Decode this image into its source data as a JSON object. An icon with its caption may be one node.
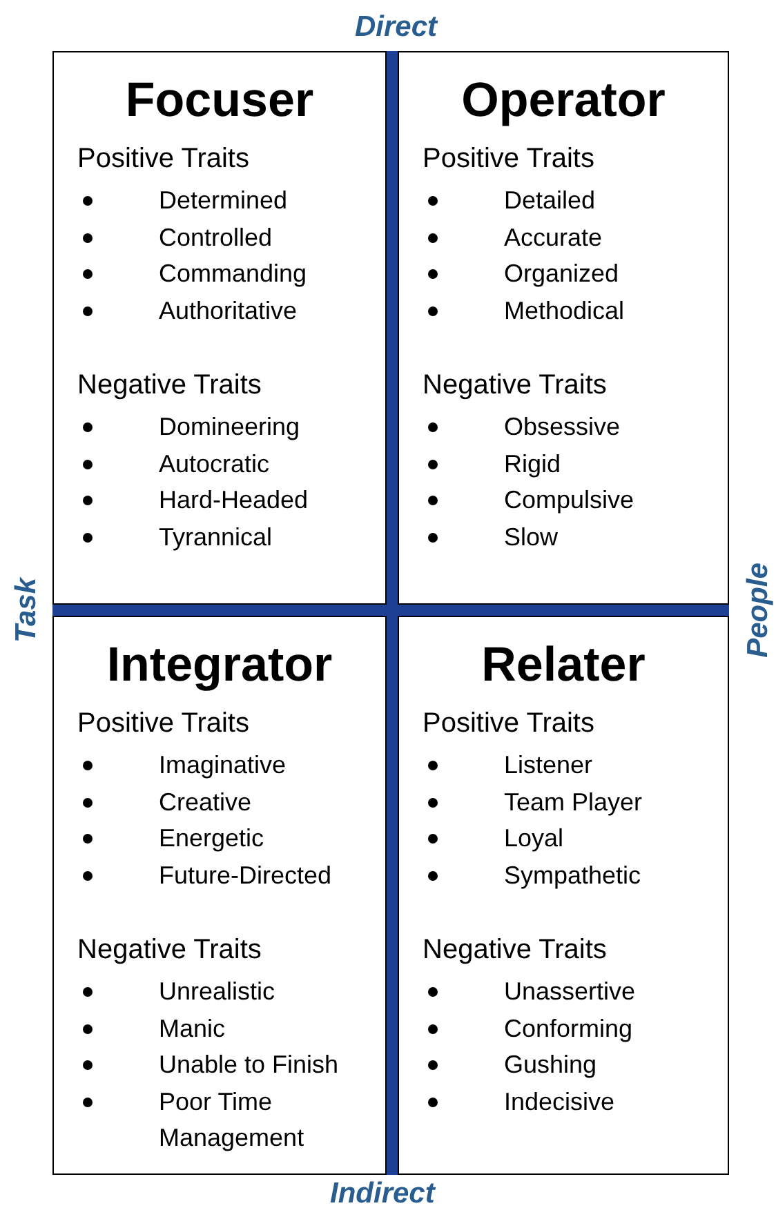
{
  "diagram": {
    "nodes": [
      {
        "text": [
          "Focuser",
          "Positive Traits",
          "Determined",
          "Controlled",
          "Commanding",
          "Authoritative",
          "Negative Traits",
          "Domineering",
          "Autocratic",
          "Hard-Headed",
          "Tyrannical"
        ]
      },
      {
        "text": [
          "Operator",
          "Positive Traits",
          "Detailed",
          "Accurate",
          "Organized",
          "Methodical",
          "Negative Traits",
          "Obsessive",
          "Rigid",
          "Compulsive",
          "Slow"
        ]
      },
      {
        "text": [
          "Integrator",
          "Positive Traits",
          "Imaginative",
          "Creative",
          "Energetic",
          "Future-Directed",
          "Negative Traits",
          "Unrealistic",
          "Manic",
          "Unable to Finish",
          "Poor Time Management"
        ]
      },
      {
        "text": [
          "Relater",
          "Positive Traits",
          "Listener",
          "Team Player",
          "Loyal",
          "Sympathetic",
          "Negative Traits",
          "Unassertive",
          "Conforming",
          "Gushing",
          "Indecisive"
        ]
      }
    ],
    "labels": [
      "Direct",
      "Task",
      "People",
      "Indirect"
    ]
  }
}
